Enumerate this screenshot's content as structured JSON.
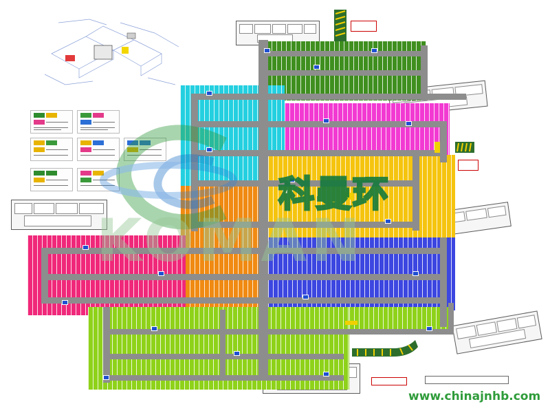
{
  "site": {
    "url_text": "www.chinajnhb.com",
    "watermark_cn": "科曼环",
    "watermark_en": "KOMAN"
  },
  "legend": {
    "cards": [
      {
        "id": "card-1",
        "swatches": [
          "#2e8b2e",
          "#e8b400",
          "#e43a8a"
        ]
      },
      {
        "id": "card-2",
        "swatches": [
          "#3a9a3a",
          "#e43a8a",
          "#2c6fd6"
        ]
      },
      {
        "id": "card-3",
        "swatches": [
          "#e8b400",
          "#3a9a3a",
          "#e8b400"
        ]
      },
      {
        "id": "card-4",
        "swatches": [
          "#e8b400",
          "#2c6fd6",
          "#e43a8a"
        ]
      },
      {
        "id": "card-5",
        "swatches": [
          "#2c6fd6",
          "#2c6fd6",
          "#e8b400"
        ]
      },
      {
        "id": "card-6",
        "swatches": [
          "#2e8b2e",
          "#2e8b2e",
          "#e8b400"
        ]
      },
      {
        "id": "card-7",
        "swatches": [
          "#e43a8a",
          "#e8b400",
          "#3a9a3a"
        ]
      }
    ]
  },
  "zones": {
    "dark_green": "#3f8f1f",
    "cyan": "#24d0e0",
    "magenta": "#f23ad2",
    "orange": "#f08a12",
    "yellow": "#f5c40f",
    "pink": "#f0287a",
    "blue": "#3c46e0",
    "light_green": "#8fd21a",
    "road": "#8d8d8d",
    "sign_blue": "#1f4fd1"
  }
}
